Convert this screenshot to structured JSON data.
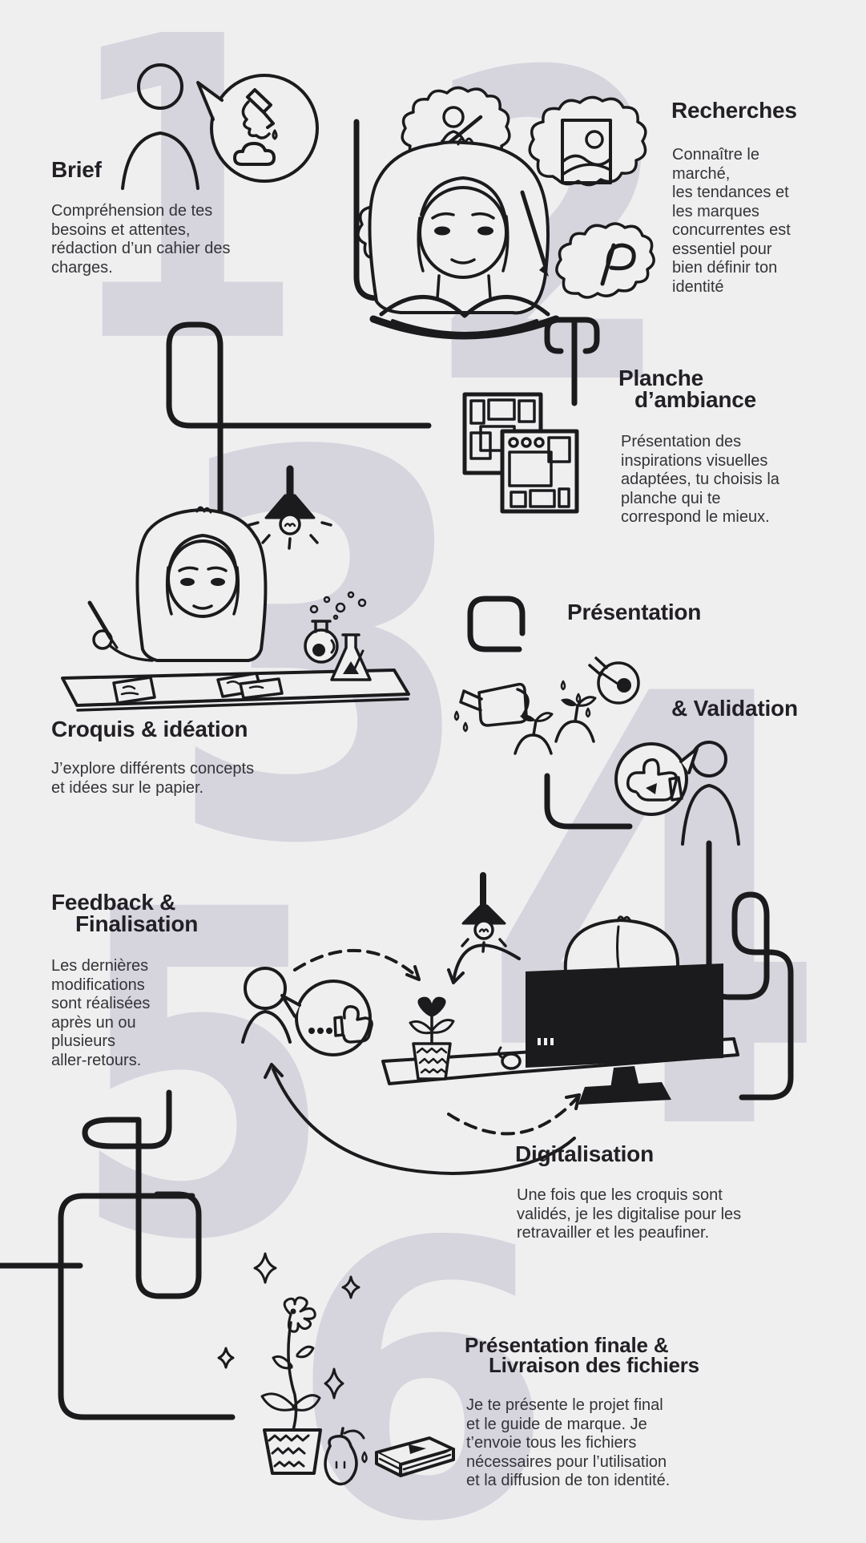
{
  "canvas": {
    "background": "#f0eff0",
    "numeral_color": "#d6d4dd",
    "ink_color": "#1b1b1d",
    "text_color": "#343337"
  },
  "sections": [
    {
      "id": "brief",
      "number": "1",
      "title": "Brief",
      "body": "Compréhension de tes\nbesoins et attentes,\nrédaction d’un cahier des\ncharges."
    },
    {
      "id": "recherches",
      "number": "2",
      "title": "Recherches",
      "body": "Connaître le\nmarché,\nles tendances et\nles marques\nconcurrentes est\nessentiel pour\nbien définir ton\nidentité"
    },
    {
      "id": "planche",
      "title_line1": "Planche",
      "title_line2": "d’ambiance",
      "body": "Présentation des\ninspirations visuelles\nadaptées, tu choisis la\nplanche qui te\ncorrespond le mieux."
    },
    {
      "id": "croquis",
      "number": "3",
      "title": "Croquis & idéation",
      "body": "J’explore différents concepts\net idées sur le papier."
    },
    {
      "id": "presentation",
      "title_line1": "Présentation",
      "title_line2": "& Validation"
    },
    {
      "id": "feedback",
      "number": "5",
      "title_line1": "Feedback &",
      "title_line2": "Finalisation",
      "body": "Les dernières\nmodifications\nsont réalisées\naprès un ou\nplusieurs\naller-retours."
    },
    {
      "id": "digitalisation",
      "number": "4",
      "title": "Digitalisation",
      "body": "Une fois que les croquis sont\nvalidés, je les digitalise pour les\nretravailler et les peaufiner."
    },
    {
      "id": "finale",
      "number": "6",
      "title_line1": "Présentation finale &",
      "title_line2": "Livraison des fichiers",
      "body": "Je te présente le projet final\net le guide de marque. Je\nt’envoie tous les fichiers\nnécessaires pour l’utilisation\net la diffusion de ton identité."
    }
  ],
  "icons": [
    "person-icon",
    "speech-bubble-hand-drawing-icon",
    "cloud-icon",
    "girl-reading-book-icon",
    "thought-cloud-competitor-sword-icon",
    "thought-cloud-picture-icon",
    "thought-cloud-instagram-icon",
    "thought-cloud-pinterest-icon",
    "moodboard-icon",
    "hanging-lamp-icon",
    "girl-drawing-desk-icon",
    "potion-flasks-icon",
    "watering-can-icon",
    "pouring-lightbulb-icon",
    "sprouts-icon",
    "thumbs-up-bubble-icon",
    "feedback-loop-arrows-icon",
    "potted-plant-icon",
    "person-at-computer-icon",
    "mouse-icon",
    "sparkles-icon",
    "flower-pot-icon",
    "seed-bag-icon",
    "brand-book-icon"
  ]
}
